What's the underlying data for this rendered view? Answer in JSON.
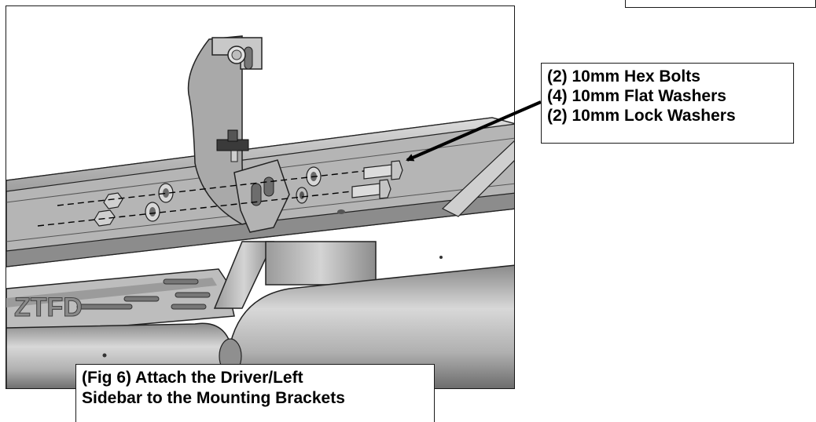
{
  "parts_list": {
    "items": [
      "(2) 10mm Hex Bolts",
      "(4) 10mm Flat Washers",
      "(2) 10mm Lock Washers"
    ]
  },
  "caption": {
    "line1": "(Fig 6) Attach the Driver/Left",
    "line2": "Sidebar to the Mounting Brackets"
  },
  "colors": {
    "frame": "#1a1a1a",
    "metal_light": "#c9c9c9",
    "metal_mid": "#a8a8a8",
    "metal_dark": "#6e6e6e",
    "outline": "#222222"
  },
  "icons": [
    "mounting-bracket-icon",
    "sidebar-rail-icon",
    "hex-bolt-icon",
    "flat-washer-icon",
    "lock-washer-icon",
    "hex-nut-icon",
    "leader-arrow-icon"
  ]
}
